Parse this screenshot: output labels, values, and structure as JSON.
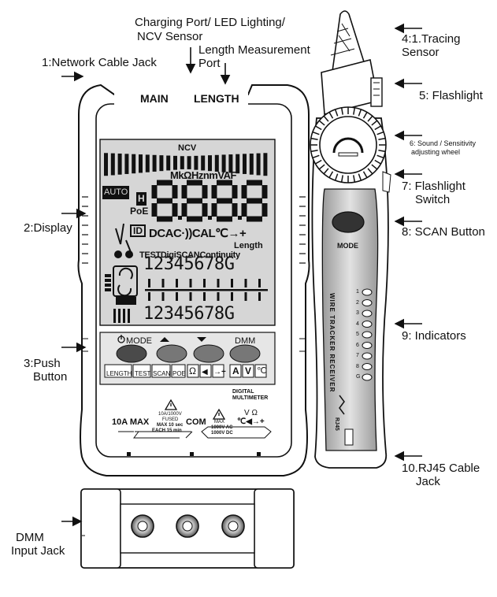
{
  "labels": {
    "charging_port": "Charging Port/ LED Lighting/",
    "ncv_sensor": "NCV Sensor",
    "length_port_1": "Length Measurement",
    "length_port_2": "Port",
    "network_jack": "1:Network Cable Jack",
    "display": "2:Display",
    "push_button_1": "3:Push",
    "push_button_2": "Button",
    "tracing_sensor_1": "4:1.Tracing",
    "tracing_sensor_2": "Sensor",
    "flashlight": "5: Flashlight",
    "sensitivity_wheel_1": "6: Sound / Sensitivity",
    "sensitivity_wheel_2": "adjusting wheel",
    "flashlight_switch_1": "7: Flashlight",
    "flashlight_switch_2": "Switch",
    "scan_button": "8: SCAN Button",
    "indicators": "9: Indicators",
    "rj45_jack_1": "10.RJ45 Cable",
    "rj45_jack_2": "Jack",
    "dmm_jack_1": "DMM",
    "dmm_jack_2": "Input Jack"
  },
  "device": {
    "port_main": "MAIN",
    "port_length": "LENGTH",
    "lcd_ncv": "NCV",
    "lcd_units": "MkΩHznmVAF",
    "lcd_auto": "AUTO",
    "lcd_h": "H",
    "lcd_poe": "PoE",
    "lcd_id": "ID",
    "lcd_digits": "8.8.8.8",
    "lcd_modes": "DCAC·))CAL℃→+",
    "lcd_length": "Length",
    "lcd_test_row": "TESTDigiSCANContinuity",
    "lcd_pins_top": "12345678G",
    "lcd_pins_bottom": "12345678G",
    "btn_mode": "MODE",
    "btn_dmm": "DMM",
    "func_keys": [
      "LENGTH",
      "TEST",
      "SCAN",
      "POE"
    ],
    "func_symbols": [
      "Ω",
      "◀",
      "→+",
      "A",
      "V",
      "℃"
    ],
    "digital_multimeter_1": "DIGITAL",
    "digital_multimeter_2": "MULTIMETER",
    "jack_10a": "10A MAX",
    "jack_10a_fuse_1": "10A/1000V",
    "jack_10a_fuse_2": "FUSED",
    "jack_10a_fuse_3": "MAX 10 sec",
    "jack_10a_fuse_4": "EACH 15 min",
    "jack_com": "COM",
    "jack_vohm": "V Ω",
    "jack_vohm_sym": "℃◀→+",
    "jack_max_1": "MAX",
    "jack_max_2": "1000V AC",
    "jack_max_3": "1000V DC",
    "receiver_mode": "MODE",
    "receiver_text": "WIRE TRACKER RECEIVER",
    "receiver_rj45": "RJ45",
    "indicator_labels": [
      "1",
      "2",
      "3",
      "4",
      "5",
      "6",
      "7",
      "8",
      "G"
    ]
  }
}
